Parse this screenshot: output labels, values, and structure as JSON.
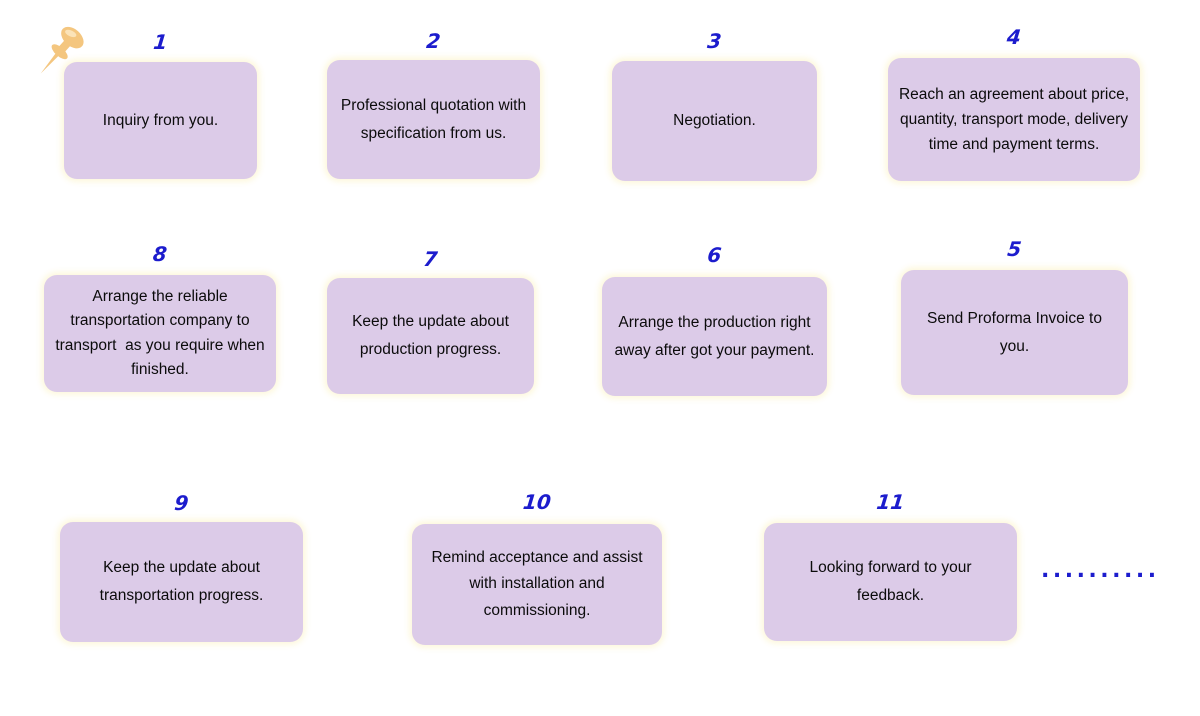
{
  "colors": {
    "box_fill": "#dccbe8",
    "number_blue": "#1c1ccd",
    "text_black": "#0b0b0b",
    "pin_orange": "#f4c67f",
    "background": "#ffffff"
  },
  "icons": {
    "pin": "pushpin-icon"
  },
  "steps": [
    {
      "number": "1",
      "text": "Inquiry from you."
    },
    {
      "number": "2",
      "text": "Professional quotation with specification from us."
    },
    {
      "number": "3",
      "text": "Negotiation."
    },
    {
      "number": "4",
      "text": "Reach an agreement about price, quantity, transport mode, delivery time and payment terms."
    },
    {
      "number": "5",
      "text": "Send Proforma Invoice to you."
    },
    {
      "number": "6",
      "text": "Arrange the production right away after got your payment."
    },
    {
      "number": "7",
      "text": "Keep the update about production progress."
    },
    {
      "number": "8",
      "text": "Arrange the reliable transportation company to transport  as you require when finished."
    },
    {
      "number": "9",
      "text": "Keep the update about transportation progress."
    },
    {
      "number": "10",
      "text": "Remind acceptance and assist with installation and commissioning."
    },
    {
      "number": "11",
      "text": "Looking forward to your feedback."
    }
  ],
  "trailing_dots": ".........."
}
